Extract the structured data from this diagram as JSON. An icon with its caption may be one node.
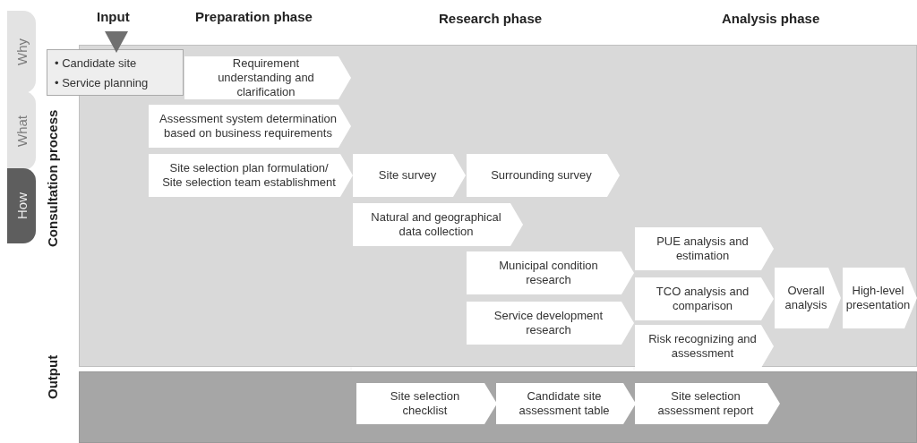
{
  "diagram": {
    "nodes": [
      {
        "text": [
          "Why"
        ]
      },
      {
        "text": [
          "What"
        ]
      },
      {
        "text": [
          "How"
        ]
      },
      {
        "text": [
          "Consultation process"
        ]
      },
      {
        "text": [
          "• Candidate site",
          "• Service planning"
        ]
      },
      {
        "text": [
          "Requirement understanding and clarification"
        ],
        "in": 3
      },
      {
        "text": [
          "Assessment system determination based on business requirements"
        ],
        "in": 3
      },
      {
        "text": [
          "Site selection plan formulation/ Site selection team establishment"
        ],
        "in": 3
      },
      {
        "text": [
          "Site survey"
        ],
        "in": 3
      },
      {
        "text": [
          "Surrounding survey"
        ],
        "in": 3
      },
      {
        "text": [
          "Natural and geographical data collection"
        ],
        "in": 3
      },
      {
        "text": [
          "PUE analysis and estimation"
        ],
        "in": 3
      },
      {
        "text": [
          "Municipal condition research"
        ],
        "in": 3
      },
      {
        "text": [
          "TCO analysis and comparison"
        ],
        "in": 3
      },
      {
        "text": [
          "Overall analysis"
        ],
        "in": 3
      },
      {
        "text": [
          "High-level presentation"
        ],
        "in": 3
      },
      {
        "text": [
          "Service development research"
        ],
        "in": 3
      },
      {
        "text": [
          "Risk recognizing and assessment"
        ],
        "in": 3
      },
      {
        "text": [
          "Output"
        ]
      },
      {
        "text": [
          "Site selection checklist"
        ],
        "in": 18
      },
      {
        "text": [
          "Candidate site assessment table"
        ],
        "in": 18
      },
      {
        "text": [
          "Site selection assessment report"
        ],
        "in": 18
      }
    ],
    "labels": [
      "Input",
      "Preparation phase",
      "Research phase",
      "Analysis phase"
    ]
  }
}
